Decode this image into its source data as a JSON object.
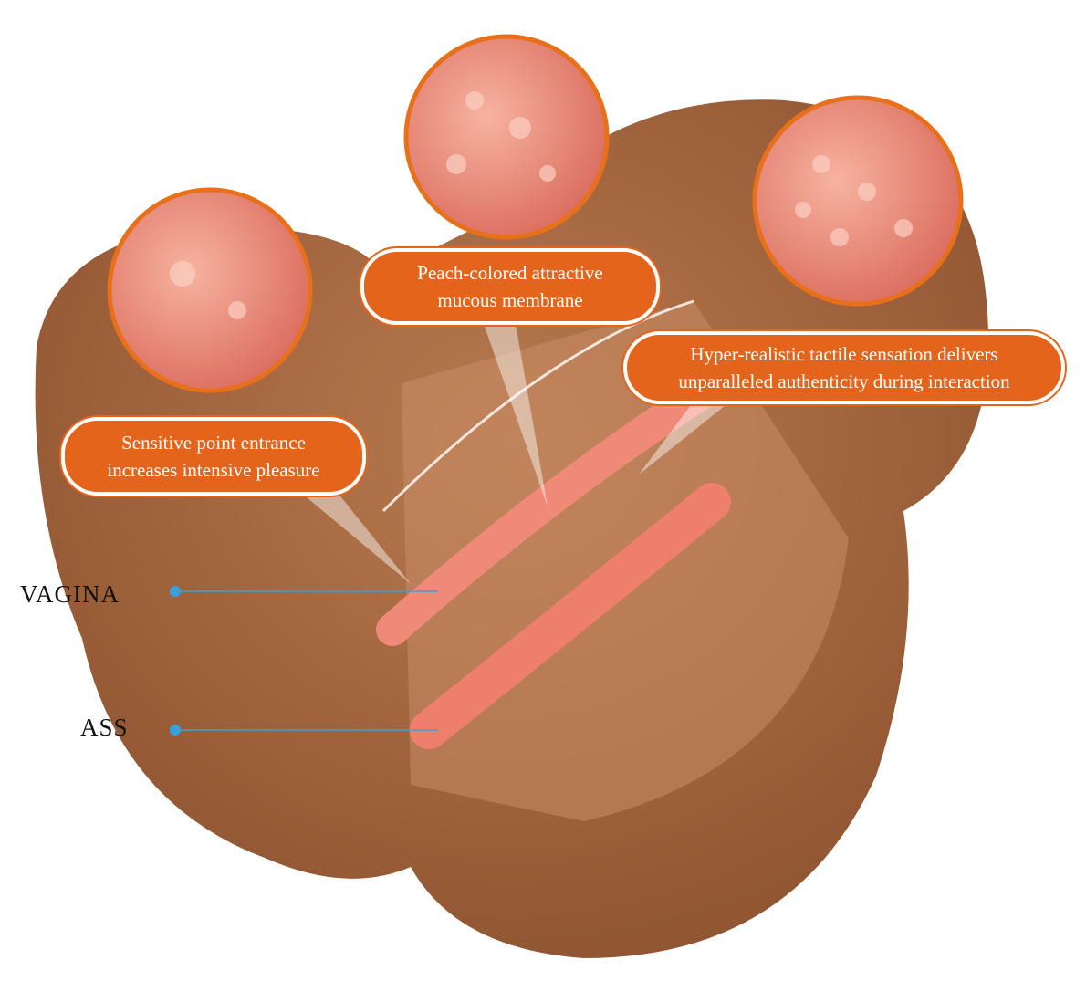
{
  "callouts": {
    "membrane": {
      "line1": "Peach-colored attractive",
      "line2": "mucous membrane"
    },
    "tactile": {
      "line1": "Hyper-realistic tactile sensation delivers",
      "line2": "unparalleled authenticity during interaction"
    },
    "entrance": {
      "line1": "Sensitive point entrance",
      "line2": "increases intensive pleasure"
    }
  },
  "labels": {
    "channel_a": "VAGINA",
    "channel_b": "ASS"
  },
  "colors": {
    "callout": "#e4641c",
    "body": "#a9683f",
    "interior": "#f08a78",
    "pointer": "#3aa0d8"
  }
}
